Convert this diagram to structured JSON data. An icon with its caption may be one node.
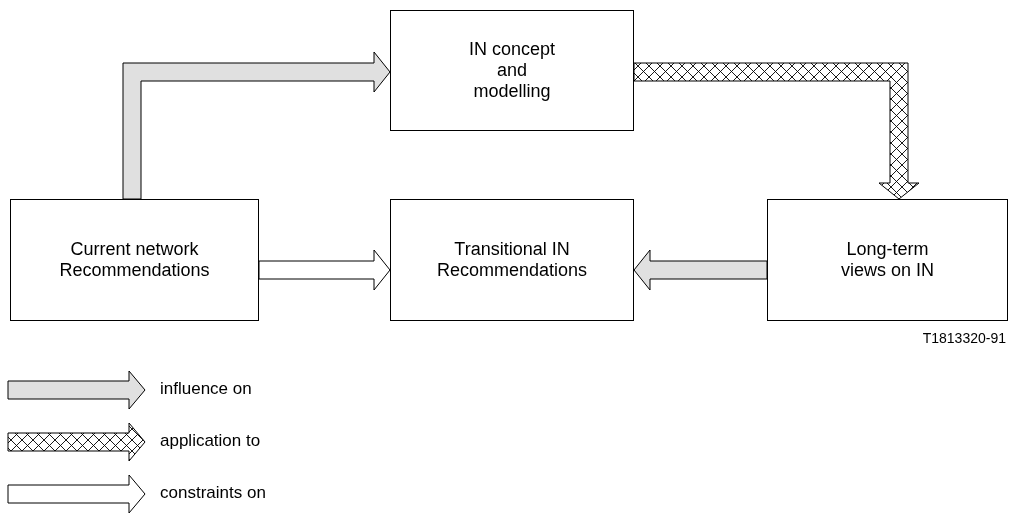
{
  "diagram": {
    "nodes": [
      {
        "text": [
          "IN concept and modelling"
        ]
      },
      {
        "text": [
          "Current network Recommendations"
        ]
      },
      {
        "text": [
          "Transitional IN Recommendations"
        ]
      },
      {
        "text": [
          "Long-term views on IN"
        ]
      }
    ],
    "edges": [
      {
        "from": 1,
        "to": 0,
        "arrow": "to"
      },
      {
        "from": 0,
        "to": 3,
        "arrow": "to",
        "color": "#000000"
      },
      {
        "from": 1,
        "to": 2,
        "arrow": "to",
        "color": "#ffffff"
      },
      {
        "from": 3,
        "to": 2,
        "arrow": "to"
      }
    ],
    "labels": [
      "T1813320-91"
    ],
    "legend": [
      {
        "text": "influence on"
      },
      {
        "text": "application to"
      },
      {
        "text": "constraints on"
      }
    ]
  }
}
